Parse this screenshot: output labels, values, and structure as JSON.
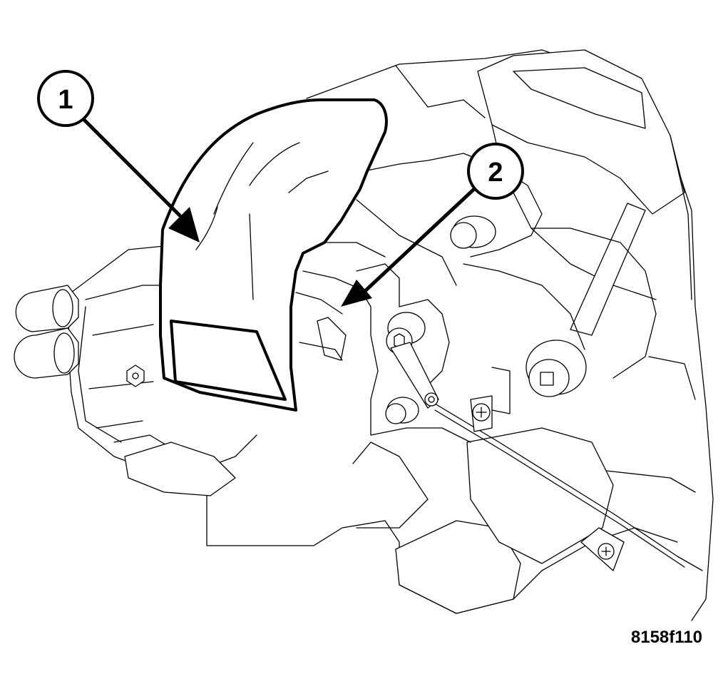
{
  "callouts": [
    {
      "number": "1"
    },
    {
      "number": "2"
    }
  ],
  "figure_id": "8158f110"
}
